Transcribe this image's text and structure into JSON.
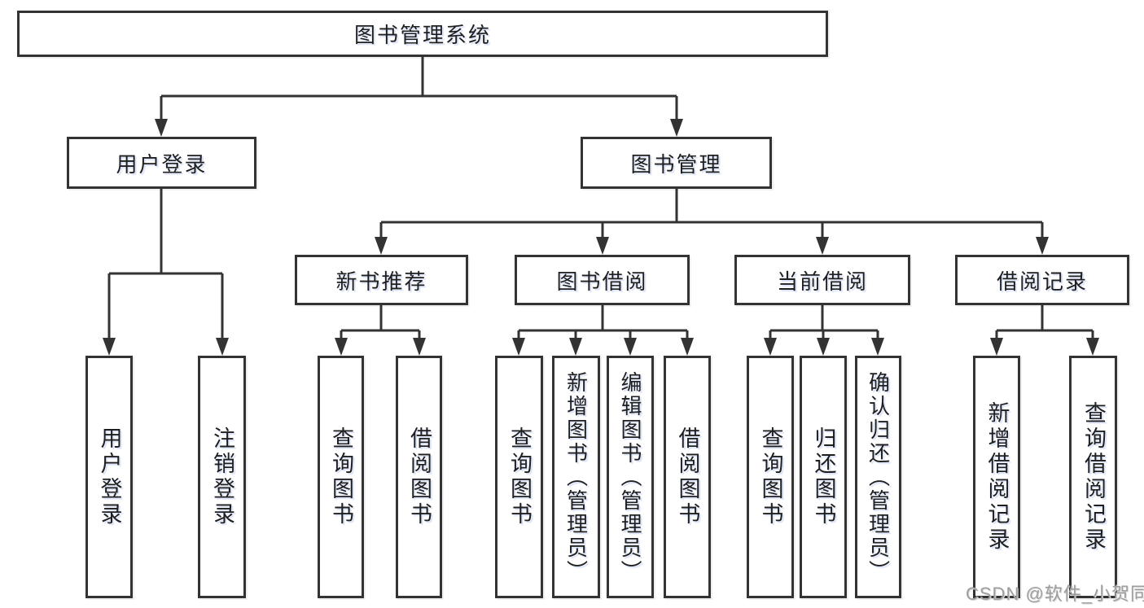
{
  "diagram": {
    "root": {
      "label": "图书管理系统"
    },
    "branches": [
      {
        "label": "用户登录",
        "children": [
          "用户登录",
          "注销登录"
        ]
      },
      {
        "label": "图书管理",
        "groups": [
          {
            "label": "新书推荐",
            "children": [
              "查询图书",
              "借阅图书"
            ]
          },
          {
            "label": "图书借阅",
            "children": [
              "查询图书",
              "新增图书（管理员）",
              "编辑图书（管理员）",
              "借阅图书"
            ]
          },
          {
            "label": "当前借阅",
            "children": [
              "查询图书",
              "归还图书",
              "确认归还（管理员）"
            ]
          },
          {
            "label": "借阅记录",
            "children": [
              "新增借阅记录",
              "查询借阅记录"
            ]
          }
        ]
      }
    ]
  },
  "watermark": "CSDN @软件_小贺同学",
  "colors": {
    "line": "#333333",
    "box_border": "#333333",
    "box_fill": "#ffffff",
    "text": "#1f1f1f",
    "watermark": "#9e9e9e"
  }
}
